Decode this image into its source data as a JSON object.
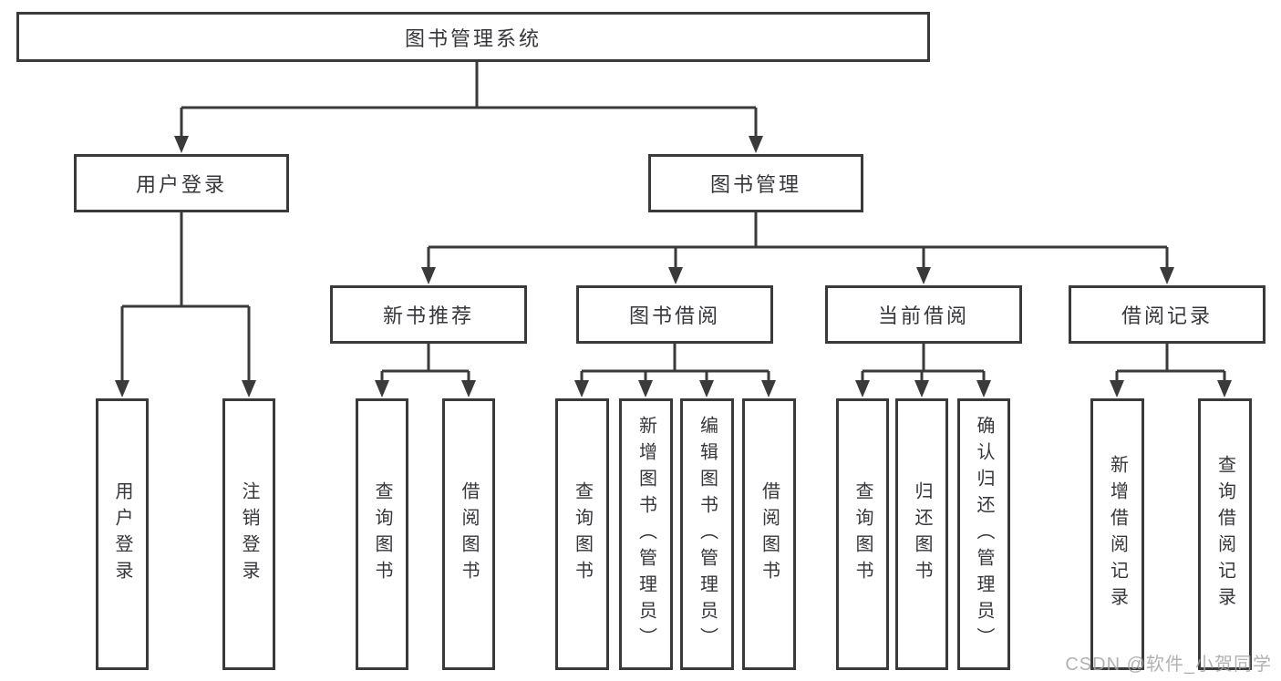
{
  "diagram": {
    "root": {
      "label": "图书管理系统"
    },
    "level2": [
      {
        "label": "用户登录"
      },
      {
        "label": "图书管理"
      }
    ],
    "level3": [
      {
        "label": "新书推荐",
        "parent": "图书管理"
      },
      {
        "label": "图书借阅",
        "parent": "图书管理"
      },
      {
        "label": "当前借阅",
        "parent": "图书管理"
      },
      {
        "label": "借阅记录",
        "parent": "图书管理"
      }
    ],
    "leaves": [
      {
        "label": "用户登录",
        "parent": "用户登录"
      },
      {
        "label": "注销登录",
        "parent": "用户登录"
      },
      {
        "label": "查询图书",
        "parent": "新书推荐"
      },
      {
        "label": "借阅图书",
        "parent": "新书推荐"
      },
      {
        "label": "查询图书",
        "parent": "图书借阅"
      },
      {
        "label": "新增图书（管理员）",
        "parent": "图书借阅"
      },
      {
        "label": "编辑图书（管理员）",
        "parent": "图书借阅"
      },
      {
        "label": "借阅图书",
        "parent": "图书借阅"
      },
      {
        "label": "查询图书",
        "parent": "当前借阅"
      },
      {
        "label": "归还图书",
        "parent": "当前借阅"
      },
      {
        "label": "确认归还（管理员）",
        "parent": "当前借阅"
      },
      {
        "label": "新增借阅记录",
        "parent": "借阅记录"
      },
      {
        "label": "查询借阅记录",
        "parent": "借阅记录"
      }
    ],
    "colors": {
      "line": "#3a3a3a",
      "text": "#36363b",
      "background": "#ffffff",
      "watermark": "#a5a5a5"
    }
  },
  "watermark": {
    "text": "CSDN @软件_小贺同学"
  }
}
